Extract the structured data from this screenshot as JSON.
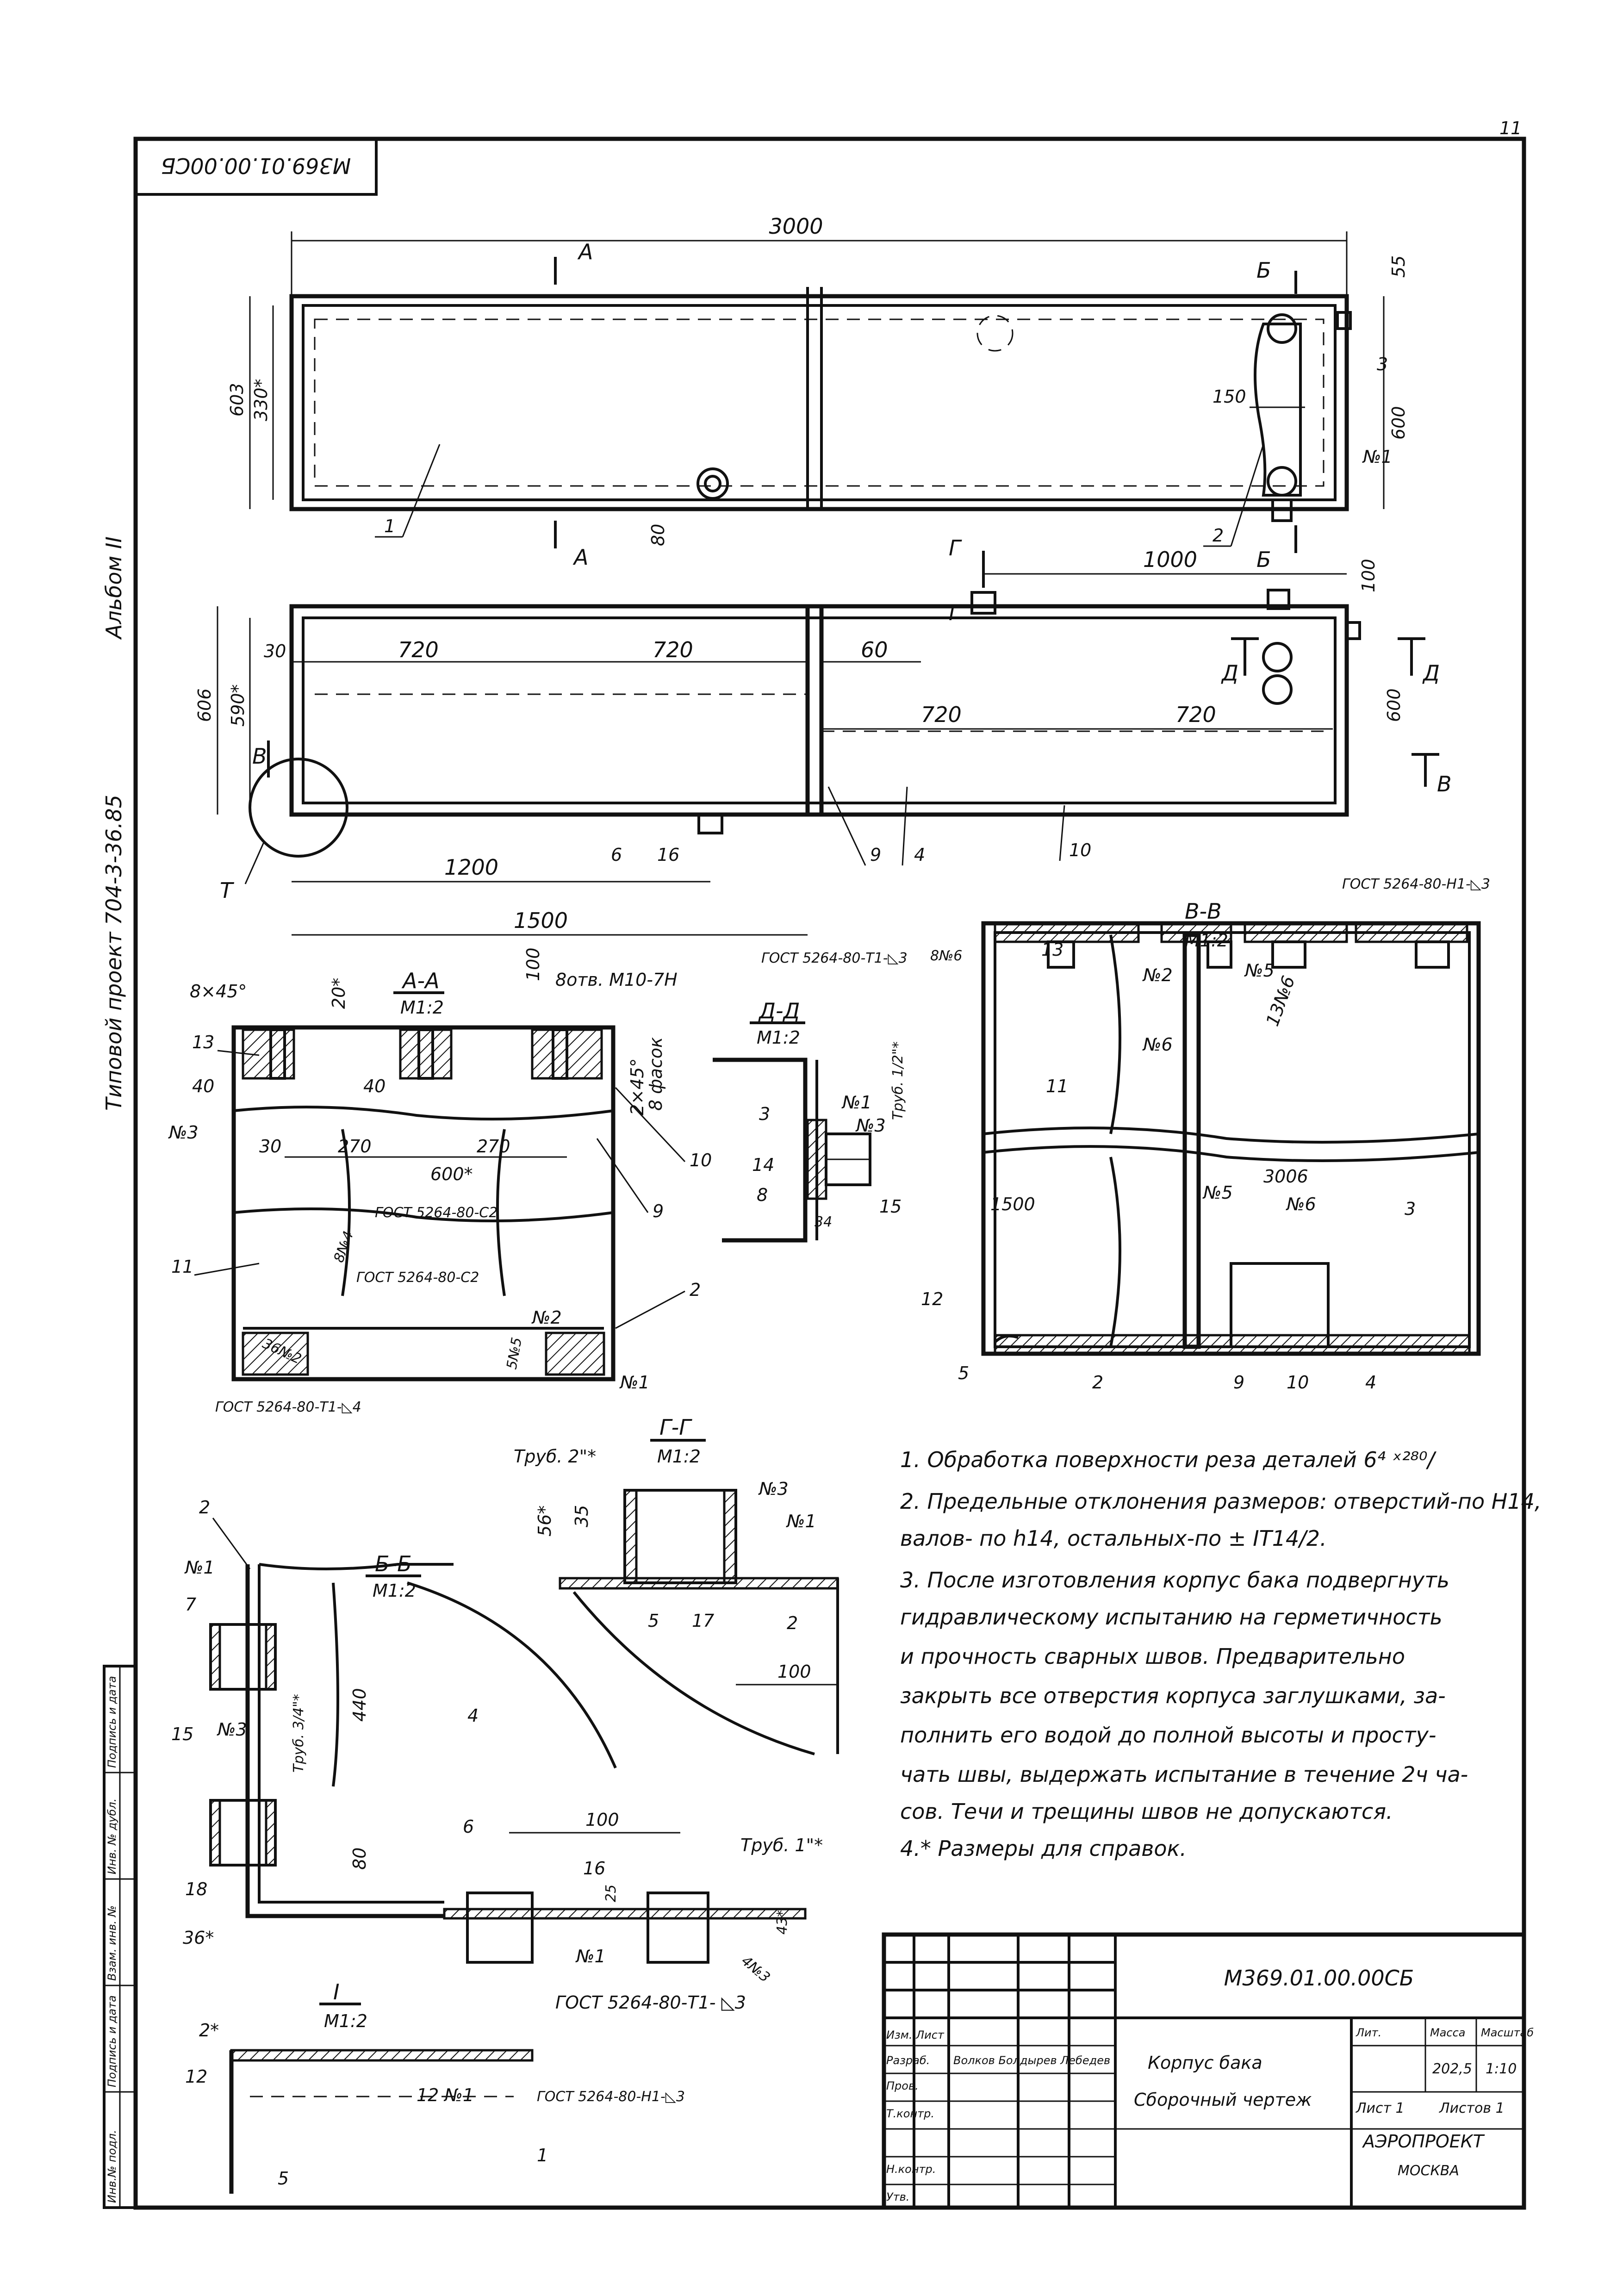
{
  "drawing": {
    "code_mirrored": "М369.01.00.00СБ",
    "album": "Альбом II",
    "project": "Типовой   проект 704-3-36.85",
    "page_mark": "11"
  },
  "top_view": {
    "overall_length": "3000",
    "height_outer": "603",
    "height_inner": "330*",
    "right_top": "55",
    "right_height": "600",
    "dim_150": "150",
    "dim_80": "80",
    "section_A": "А",
    "section_B": "Б",
    "label_1": "1",
    "label_2": "2",
    "label_3": "3",
    "weld_n1": "№1"
  },
  "plan_view": {
    "dim_1000": "1000",
    "dim_100": "100",
    "height_outer": "606",
    "height_inner": "590*",
    "right_height": "600",
    "d30": "30",
    "d720a": "720",
    "d720b": "720",
    "d60": "60",
    "d720c": "720",
    "d720d": "720",
    "d1200": "1200",
    "d1500": "1500",
    "section_G": "Г",
    "section_D": "Д",
    "section_V": "В",
    "detail_T": "Т",
    "label_6": "6",
    "label_16": "16",
    "label_9": "9",
    "label_4": "4",
    "label_10": "10"
  },
  "section_AA": {
    "title": "А-А",
    "scale": "М1:2",
    "chamfer": "8×45°",
    "d20": "20*",
    "d100": "100",
    "holes": "8отв. М10-7Н",
    "chamfer2": "2×45°",
    "chamfer2b": "8 фасок",
    "d40a": "40",
    "d40b": "40",
    "d30": "30",
    "d270a": "270",
    "d270b": "270",
    "d600": "600*",
    "gost_c2a": "ГОСТ 5264-80-С2",
    "gost_c2b": "ГОСТ 5264-80-С2",
    "weld_8n4": "8№4",
    "weld_36n2": "36№2",
    "weld_5n5": "5№5",
    "weld_n2": "№2",
    "weld_n1": "№1",
    "weld_n3": "№3",
    "label_13": "13",
    "label_11": "11",
    "label_10": "10",
    "label_9": "9",
    "label_2": "2",
    "gost_t1": "ГОСТ 5264-80-Т1-◺4"
  },
  "section_DD": {
    "title": "Д-Д",
    "scale": "М1:2",
    "pipe": "Труб. 1/2\"*",
    "weld_n1": "№1",
    "weld_n3": "№3",
    "label_3": "3",
    "label_14": "14",
    "label_8": "8",
    "label_15": "15",
    "d34": "34"
  },
  "section_VV": {
    "title": "В-В",
    "scale": "М1:2",
    "gost_top": "ГОСТ 5264-80-Н1-◺3",
    "gost_left": "ГОСТ 5264-80-Т1-◺3",
    "weld_8n6": "8№6",
    "label_13": "13",
    "weld_n2": "№2",
    "weld_n5a": "№5",
    "weld_13n6": "13№6",
    "weld_n6a": "№6",
    "label_11": "11",
    "d3006": "3006",
    "d1500": "1500",
    "weld_n5b": "№5",
    "weld_n6b": "№6",
    "label_3": "3",
    "label_12": "12",
    "label_5": "5",
    "label_2": "2",
    "label_9": "9",
    "label_10": "10",
    "label_4": "4"
  },
  "section_BB": {
    "title": "Б-Б",
    "scale": "М1:2",
    "label_2": "2",
    "weld_n1": "№1",
    "label_7": "7",
    "label_15": "15",
    "weld_n3": "№3",
    "pipe": "Труб. 3/4\"*",
    "d440": "440",
    "d80": "80",
    "label_4": "4",
    "label_6": "6",
    "d100": "100",
    "label_16": "16",
    "pipe1": "Труб. 1\"*",
    "d25": "25",
    "d43": "43*",
    "label_18": "18",
    "d36": "36*",
    "weld_n1b": "№1",
    "weld_4n3": "4№3",
    "gost": "ГОСТ 5264-80-Т1-  ◺3"
  },
  "section_GG": {
    "title": "Г-Г",
    "scale": "М1:2",
    "pipe": "Труб. 2\"*",
    "d56": "56*",
    "d35": "35",
    "weld_n3": "№3",
    "weld_n1": "№1",
    "label_5": "5",
    "label_17": "17",
    "label_2": "2",
    "d100": "100"
  },
  "detail_I": {
    "title": "I",
    "scale": "М1:2",
    "d2": "2*",
    "label_12": "12",
    "weld": "12 №1",
    "gost": "ГОСТ 5264-80-Н1-◺3",
    "label_1": "1",
    "d5": "5"
  },
  "notes": [
    "1. Обработка поверхности реза деталей 6⁴ ˣ²⁸⁰/",
    "2. Предельные отклонения размеров: отверстий-по Н14,",
    "валов- по h14, остальных-по ± IT14/2.",
    "3. После изготовления корпус бака подвергнуть",
    "гидравлическому испытанию на герметичность",
    "и прочность сварных швов. Предварительно",
    "закрыть все отверстия корпуса заглушками, за-",
    "полнить его водой до полной высоты и просту-",
    "чать швы, выдержать испытание в течение 2ч ча-",
    "сов. Течи и трещины швов не допускаются.",
    "4.* Размеры для справок."
  ],
  "title_block": {
    "code": "М369.01.00.00СБ",
    "name_line1": "Корпус бака",
    "name_line2": "Сборочный чертеж",
    "hdr_lit": "Лит.",
    "hdr_mass": "Масса",
    "hdr_scale": "Масштаб",
    "mass": "202,5",
    "scale": "1:10",
    "sheet": "Лист 1",
    "sheets": "Листов 1",
    "org": "АЭРОПРОЕКТ",
    "city": "МОСКВА",
    "row_izm": "Изм. Лист",
    "row_razrab": "Разраб.",
    "row_prov": "Пров.",
    "row_tkontr": "Т.контр.",
    "row_nkontr": "Н.контр.",
    "row_utv": "Утв.",
    "names": "Волков\nБолдырев\nЛебедев"
  },
  "side_stamp": [
    "Инв.№ подл.",
    "Подпись и дата",
    "Взам. инв. №",
    "Инв. № дубл.",
    "Подпись и дата"
  ]
}
